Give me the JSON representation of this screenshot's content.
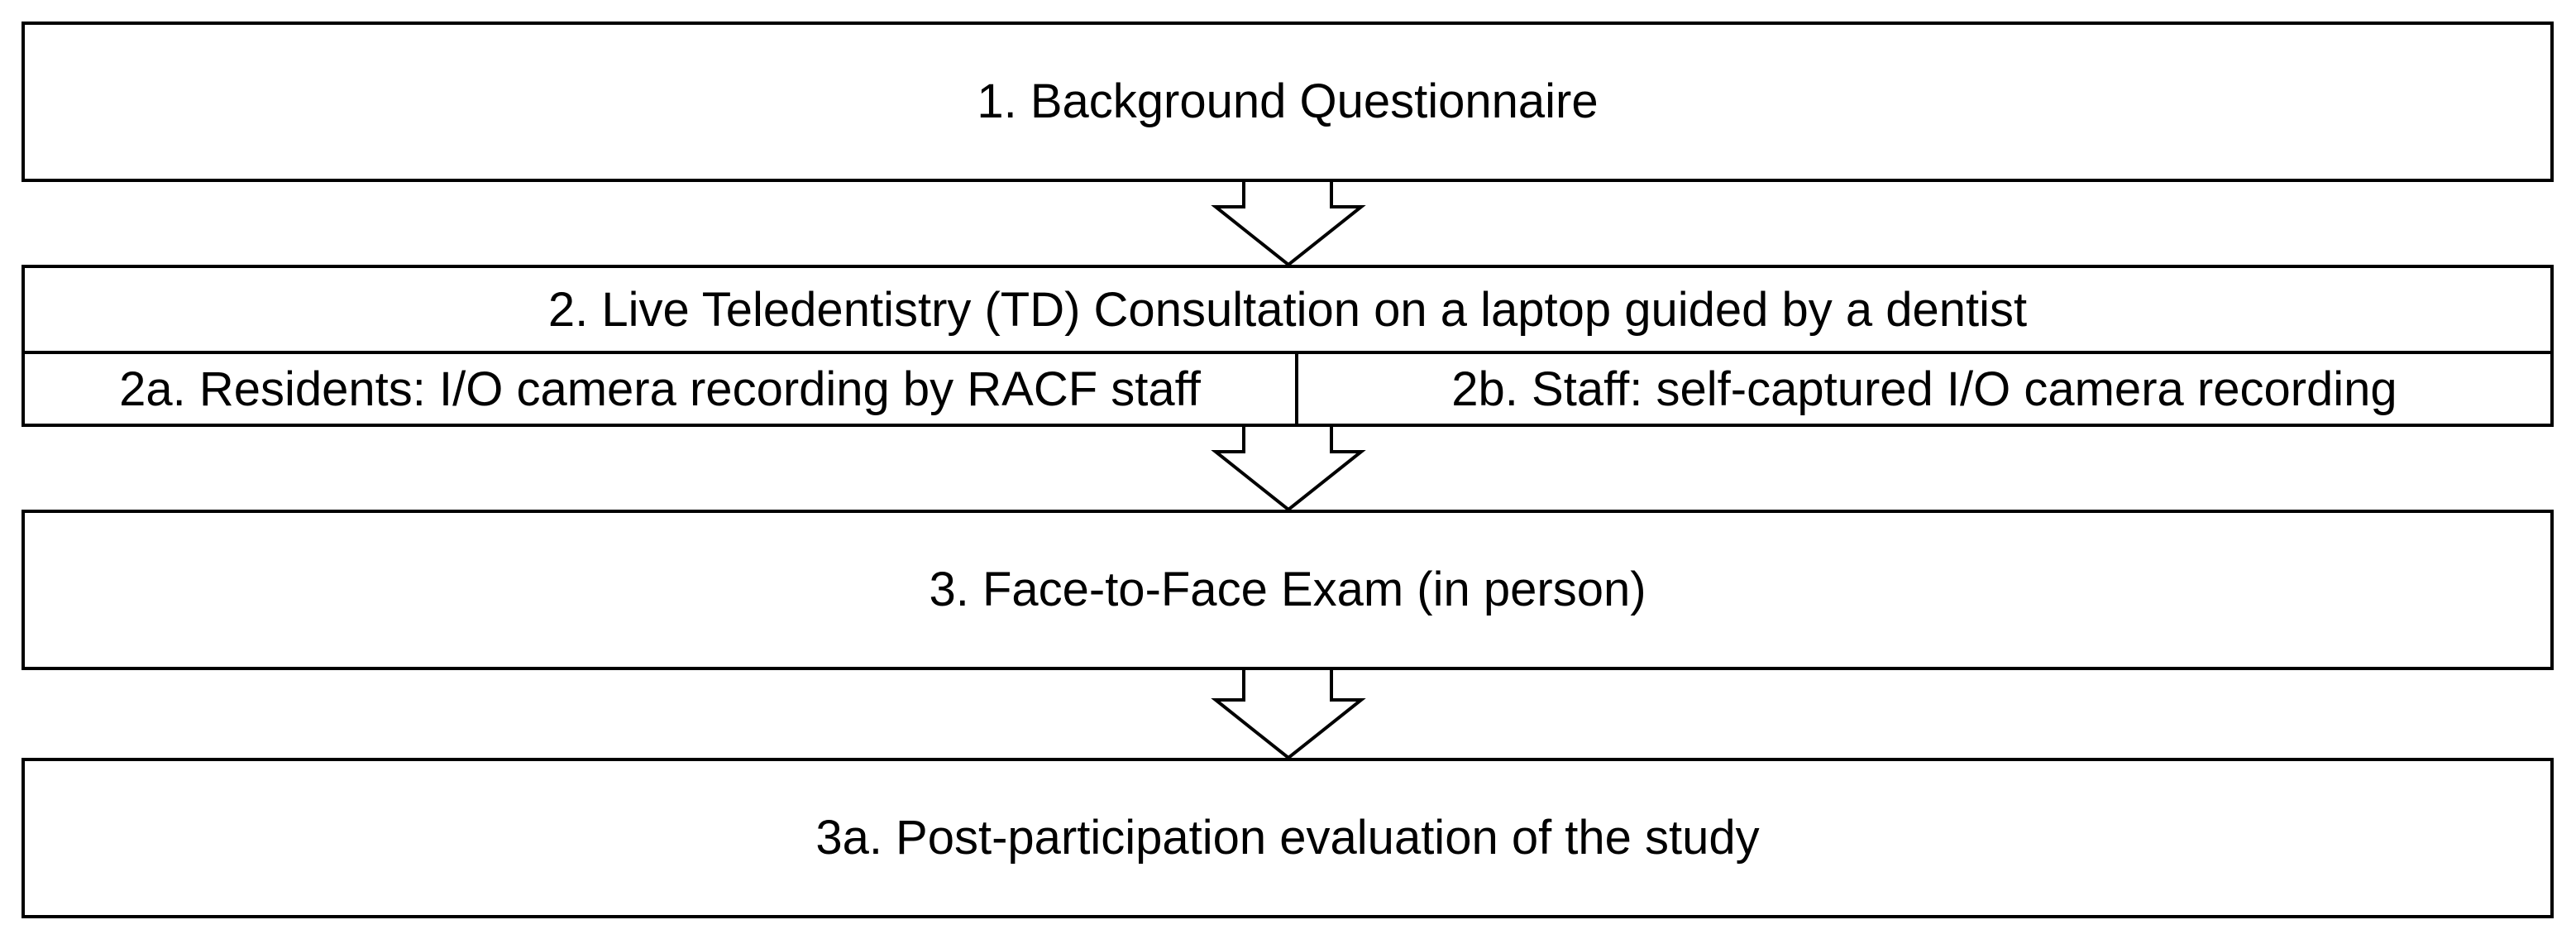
{
  "steps": {
    "step1": "1. Background Questionnaire",
    "step2": "2. Live Teledentistry (TD) Consultation on a laptop guided by a dentist",
    "step2a": "2a. Residents: I/O camera recording by RACF staff",
    "step2b": "2b. Staff: self-captured I/O  camera recording",
    "step3": "3. Face-to-Face Exam (in person)",
    "step3a": "3a. Post-participation evaluation of the study"
  }
}
